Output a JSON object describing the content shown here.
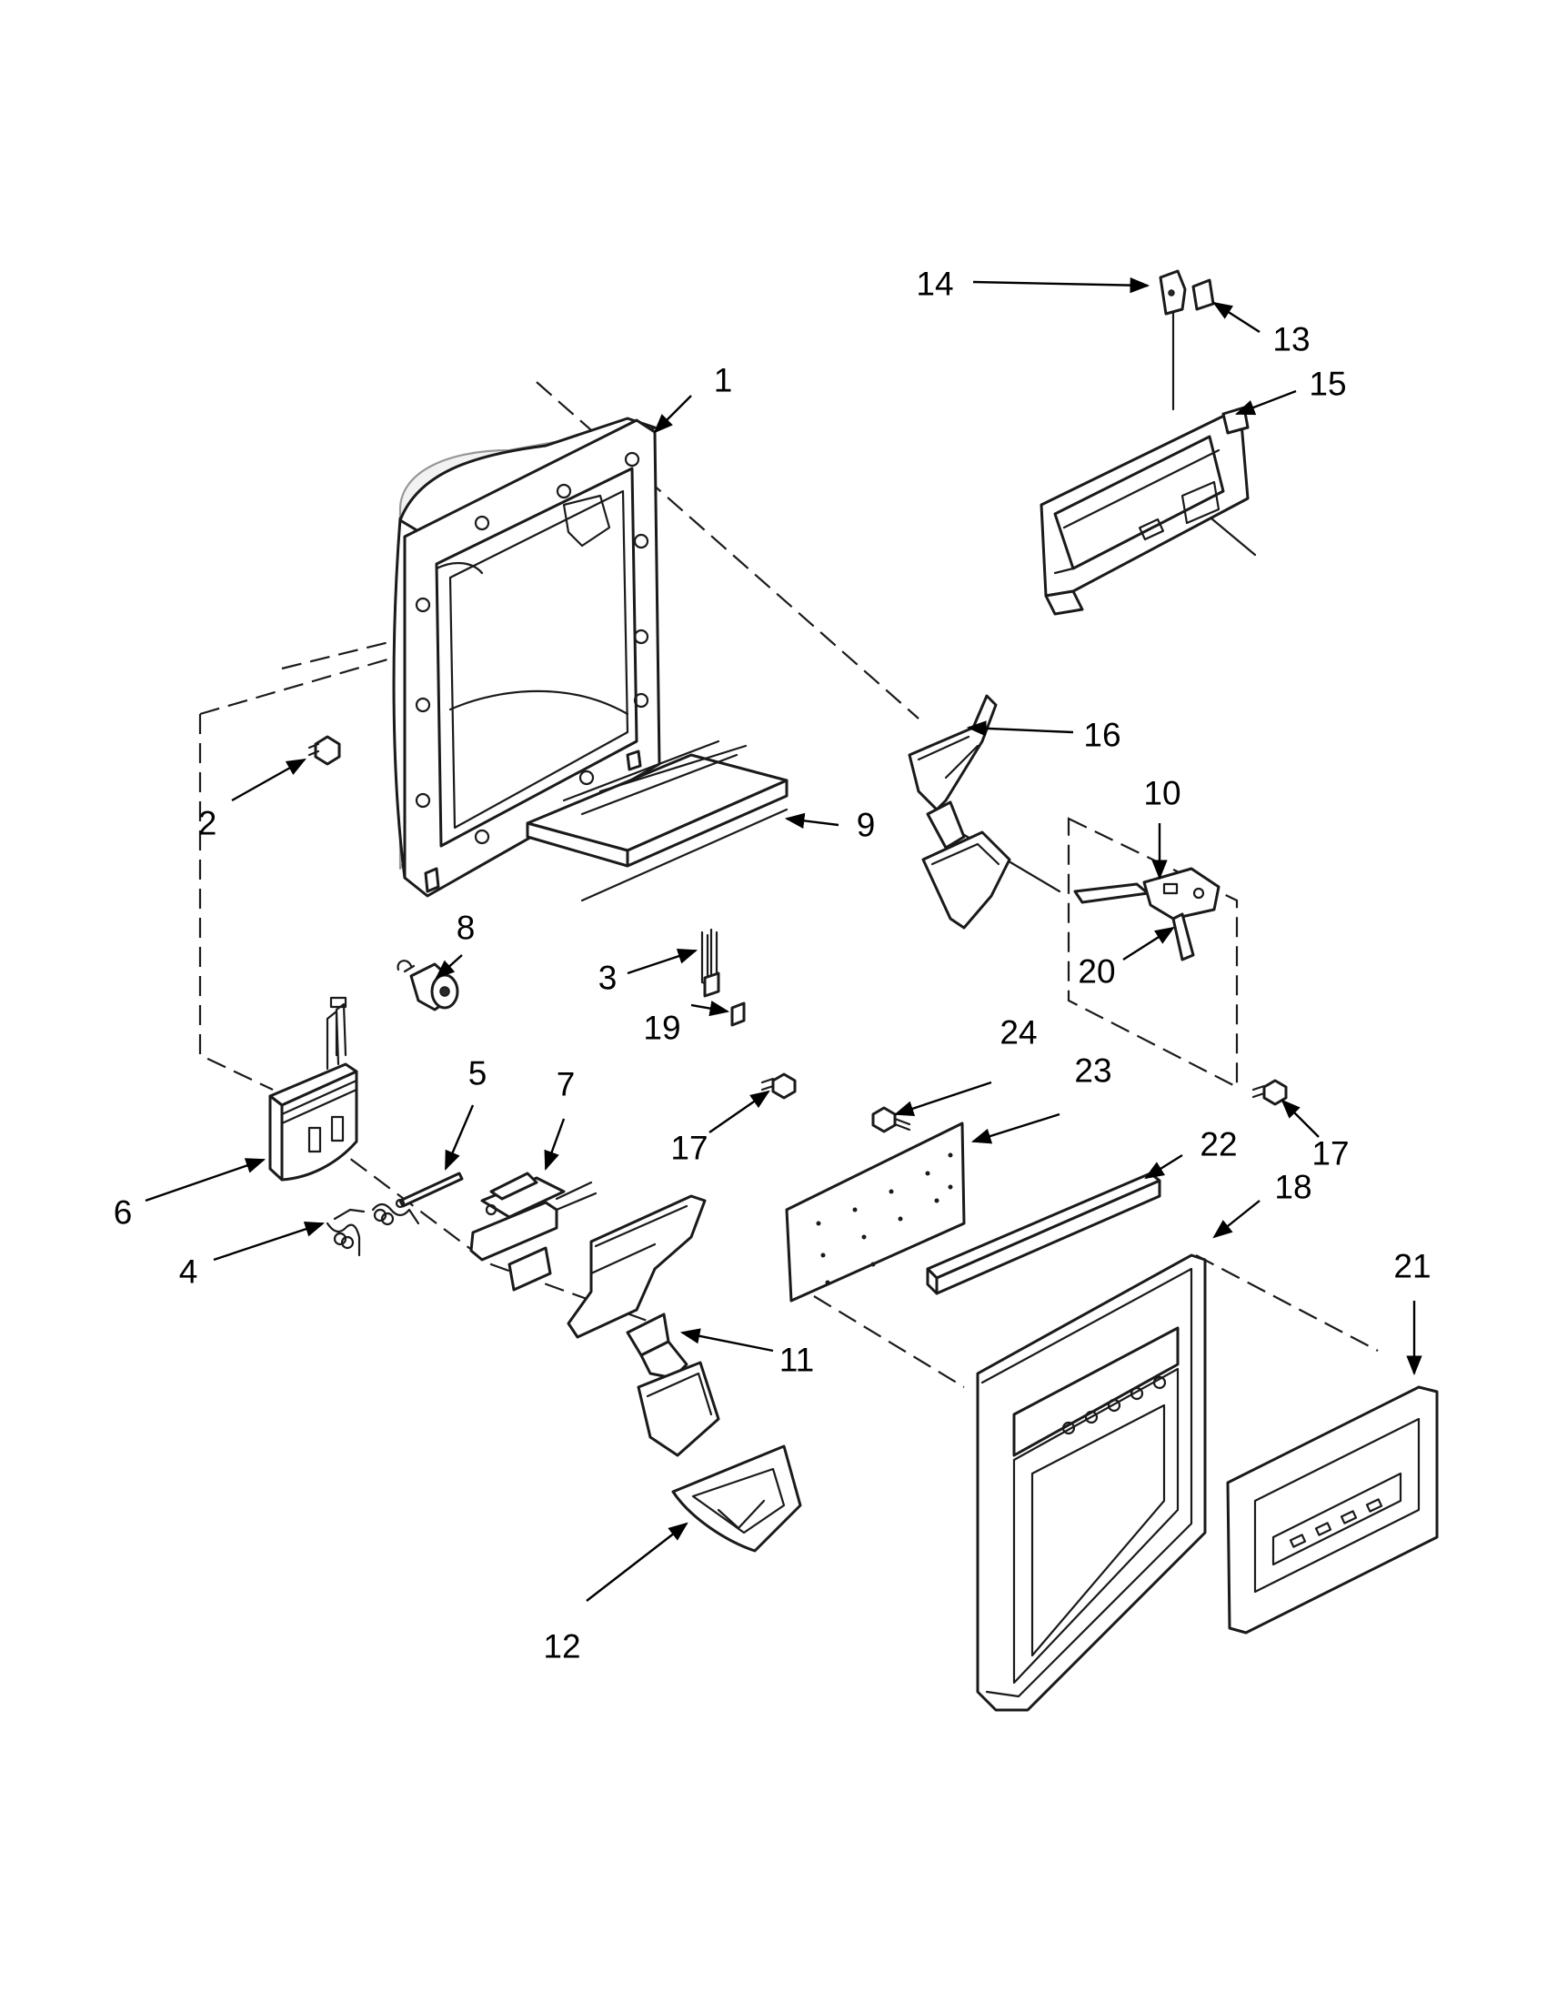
{
  "callouts": [
    {
      "id": "1",
      "text": "1"
    },
    {
      "id": "2",
      "text": "2"
    },
    {
      "id": "3",
      "text": "3"
    },
    {
      "id": "4",
      "text": "4"
    },
    {
      "id": "5",
      "text": "5"
    },
    {
      "id": "6",
      "text": "6"
    },
    {
      "id": "7",
      "text": "7"
    },
    {
      "id": "8",
      "text": "8"
    },
    {
      "id": "9",
      "text": "9"
    },
    {
      "id": "10",
      "text": "10"
    },
    {
      "id": "11",
      "text": "11"
    },
    {
      "id": "12",
      "text": "12"
    },
    {
      "id": "13",
      "text": "13"
    },
    {
      "id": "14",
      "text": "14"
    },
    {
      "id": "15",
      "text": "15"
    },
    {
      "id": "16",
      "text": "16"
    },
    {
      "id": "17a",
      "text": "17"
    },
    {
      "id": "17b",
      "text": "17"
    },
    {
      "id": "18",
      "text": "18"
    },
    {
      "id": "19",
      "text": "19"
    },
    {
      "id": "20",
      "text": "20"
    },
    {
      "id": "21",
      "text": "21"
    },
    {
      "id": "22",
      "text": "22"
    },
    {
      "id": "23",
      "text": "23"
    },
    {
      "id": "24",
      "text": "24"
    }
  ]
}
